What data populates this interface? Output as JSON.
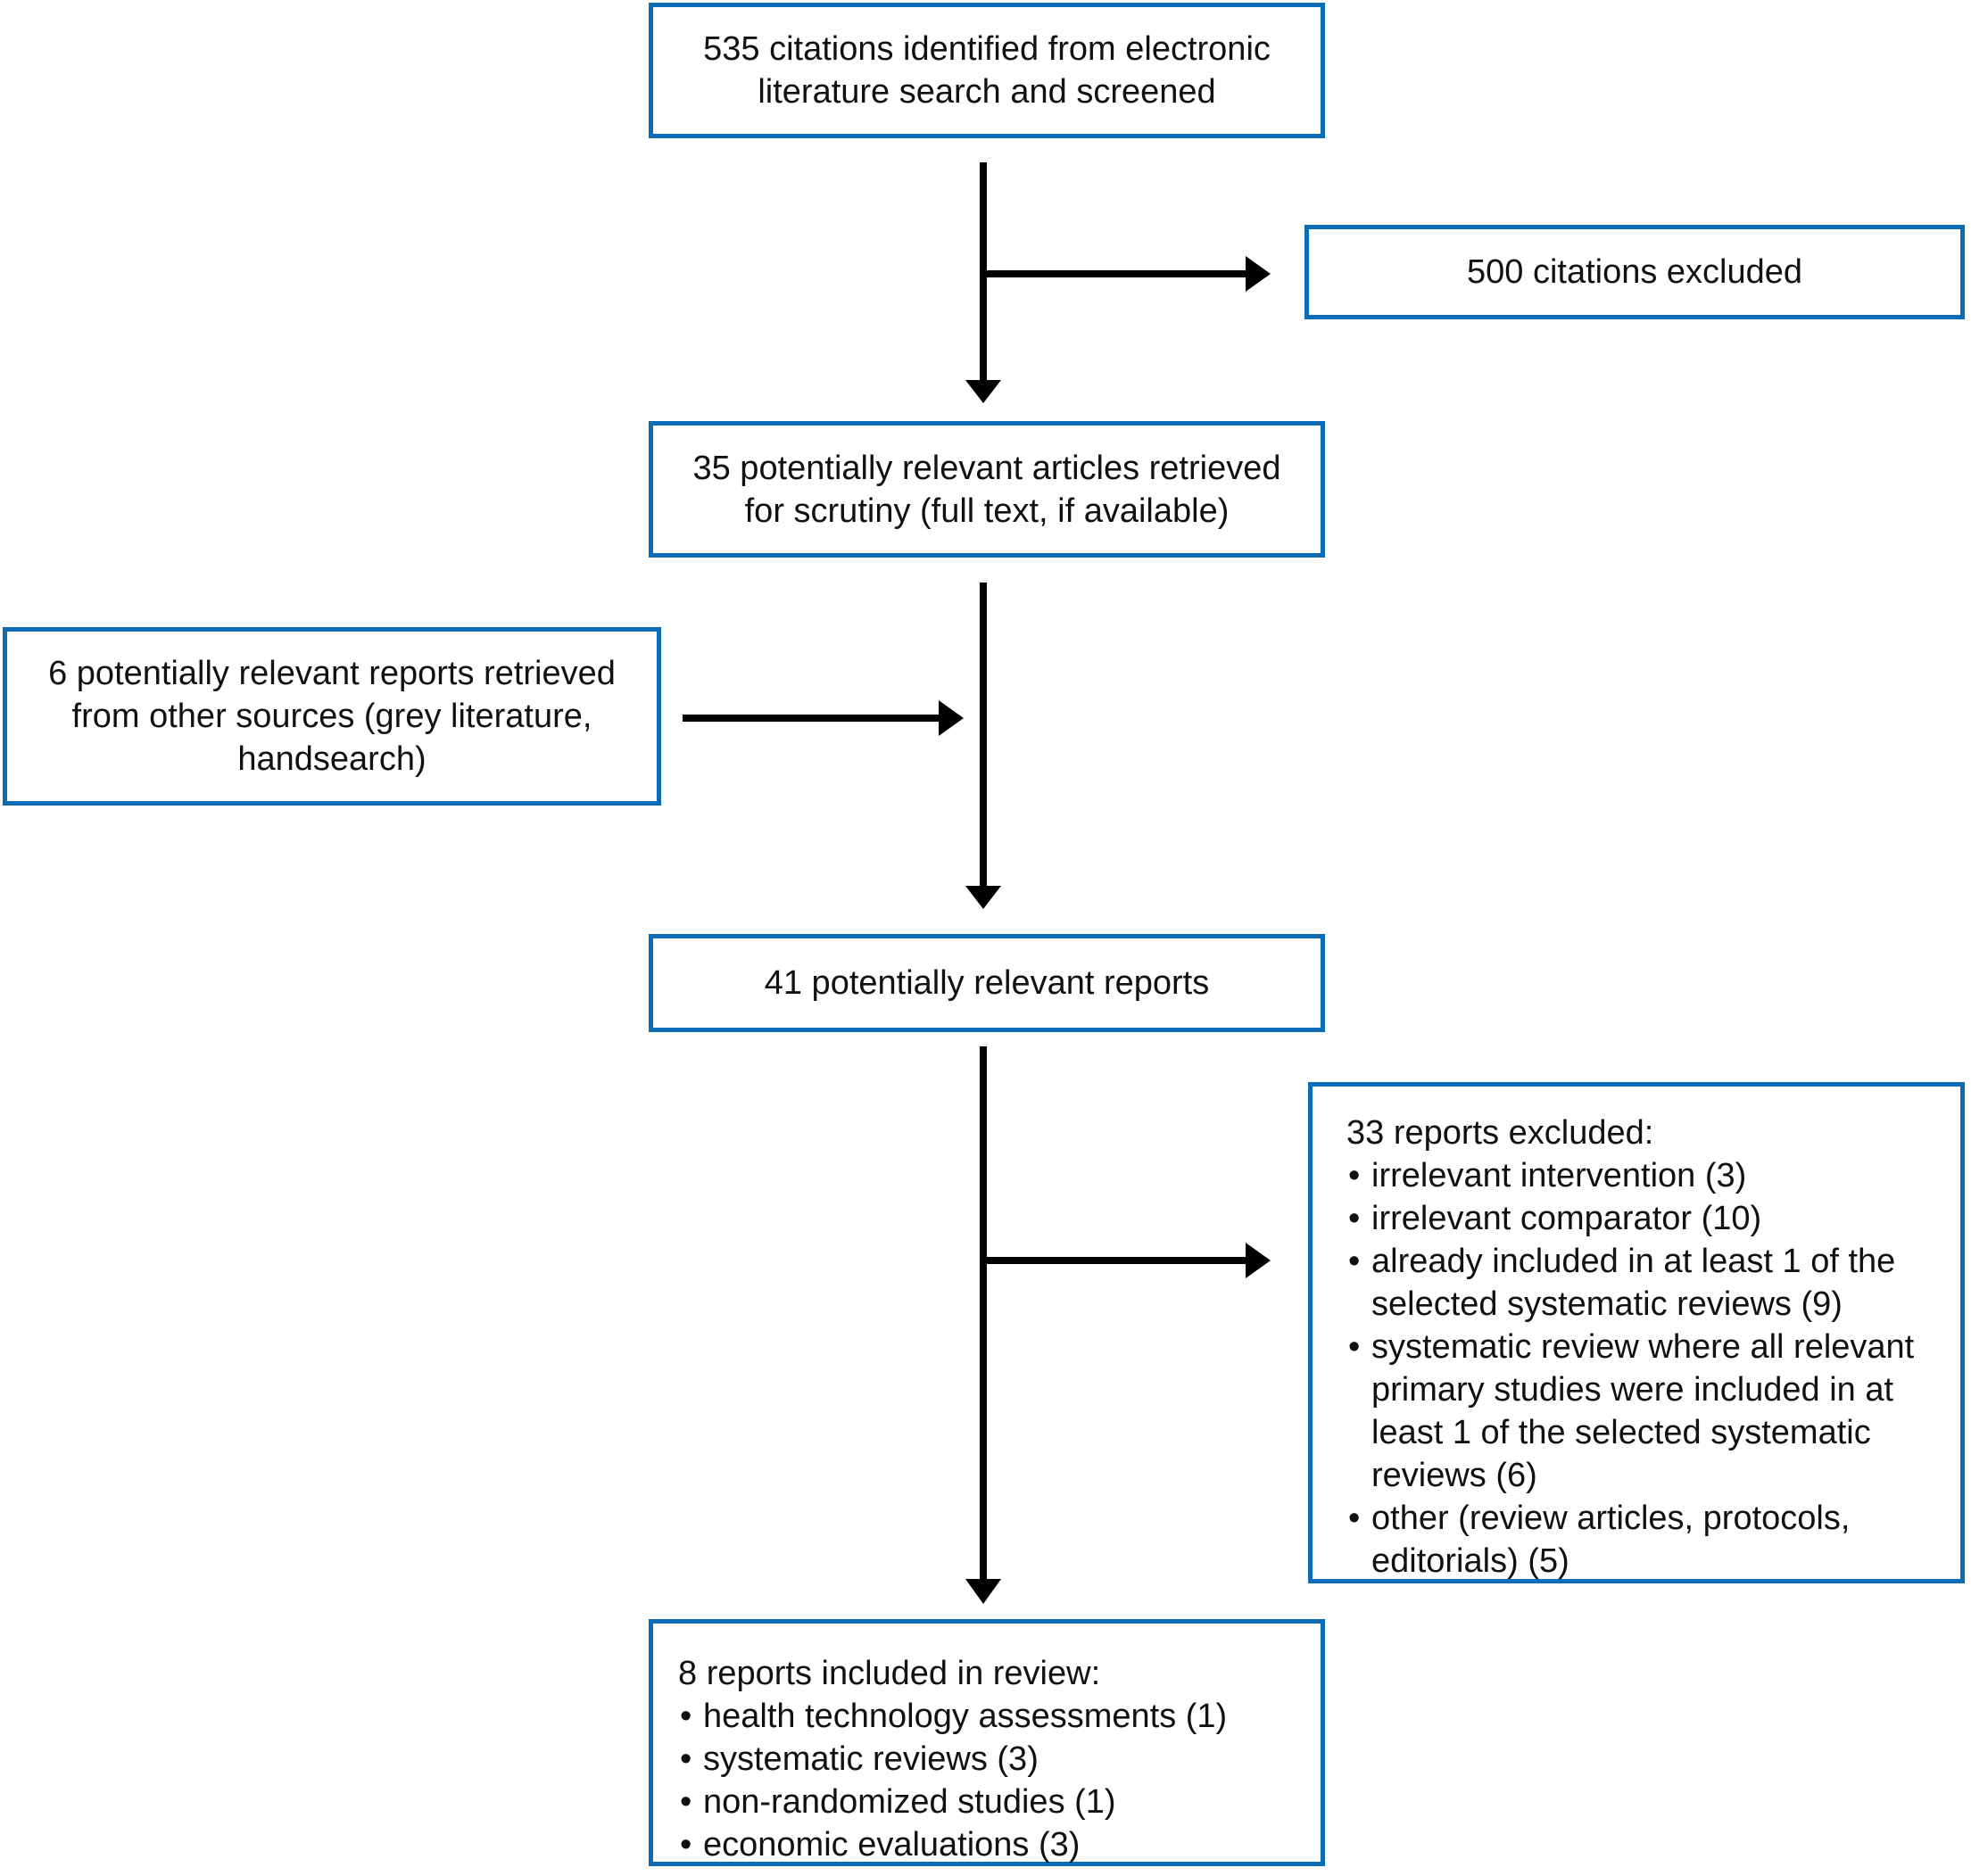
{
  "colors": {
    "box_border": "#0b6cb8",
    "arrow": "#000000",
    "text": "#111111",
    "background": "#ffffff"
  },
  "boxes": {
    "citations_screened": {
      "text": "535 citations identified from electronic literature search and screened"
    },
    "citations_excluded": {
      "text": "500 citations excluded"
    },
    "articles_retrieved": {
      "text": "35 potentially relevant articles retrieved for scrutiny (full text, if available)"
    },
    "other_sources": {
      "text": "6 potentially relevant reports retrieved from other sources (grey literature, handsearch)"
    },
    "relevant_reports": {
      "text": "41 potentially relevant reports"
    },
    "reports_excluded": {
      "title": "33 reports excluded:",
      "items": [
        "irrelevant intervention (3)",
        "irrelevant comparator (10)",
        "already included in at least 1 of the selected systematic reviews (9)",
        "systematic review where all relevant primary studies were included in at least 1 of the selected systematic reviews (6)",
        "other (review articles, protocols, editorials) (5)"
      ]
    },
    "reports_included": {
      "title": "8 reports included in review:",
      "items": [
        "health technology assessments (1)",
        "systematic reviews (3)",
        "non-randomized studies (1)",
        "economic evaluations (3)"
      ]
    }
  }
}
